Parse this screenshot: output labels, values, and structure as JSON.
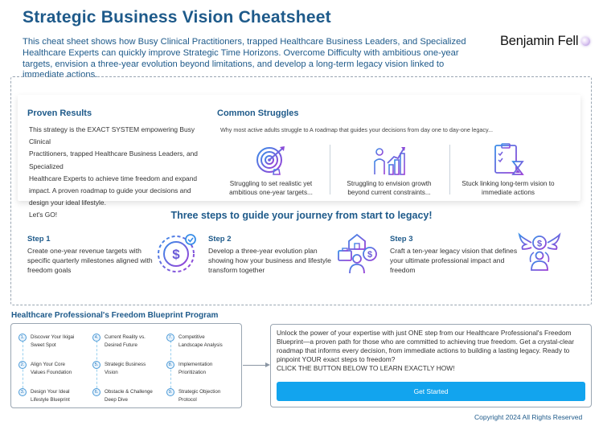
{
  "header": {
    "title": "Strategic Business Vision Cheatsheet",
    "intro": "This cheat sheet shows how Busy Clinical Practitioners, trapped Healthcare Business Leaders, and Specialized Healthcare Experts can quickly improve Strategic Time Horizons. Overcome Difficulty with ambitious one-year targets, envision a three-year evolution beyond limitations, and develop a long-term legacy vision linked to immediate actions.",
    "brand": "Benjamin Fell"
  },
  "proven": {
    "heading": "Proven Results",
    "lines": [
      "This strategy is the EXACT SYSTEM empowering Busy Clinical",
      "Practitioners, trapped Healthcare Business Leaders, and Specialized",
      "Healthcare Experts to achieve time freedom and expand",
      "impact. A proven roadmap to guide your decisions and",
      "design your ideal lifestyle.",
      "Let's GO!"
    ]
  },
  "struggles": {
    "heading": "Common Struggles",
    "subtitle": "Why most active adults struggle to A roadmap that guides your decisions from day one to day-one legacy...",
    "items": [
      {
        "line1": "Struggling to set realistic yet",
        "line2": "ambitious one-year targets...",
        "icon": "target-icon"
      },
      {
        "line1": "Struggling to envision growth",
        "line2": "beyond current constraints...",
        "icon": "growth-chart-icon"
      },
      {
        "line1": "Stuck linking long-term vision to",
        "line2": "immediate actions",
        "icon": "checklist-hourglass-icon"
      }
    ]
  },
  "steps": {
    "heading": "Three steps to guide your journey from start to legacy!",
    "items": [
      {
        "label": "Step 1",
        "text": "Create one-year revenue targets with specific quarterly milestones aligned with freedom goals",
        "icon": "revenue-target-icon"
      },
      {
        "label": "Step 2",
        "text": "Develop a three-year evolution plan showing how your business and lifestyle transform together",
        "icon": "business-lifestyle-icon"
      },
      {
        "label": "Step 3",
        "text": "Craft a ten-year legacy vision that defines your ultimate professional impact and freedom",
        "icon": "legacy-wings-icon"
      }
    ]
  },
  "blueprint": {
    "title": "Healthcare Professional's Freedom Blueprint Program",
    "items": [
      {
        "num": "1.",
        "line1": "Discover Your Ikigai",
        "line2": "Sweet Spot"
      },
      {
        "num": "2.",
        "line1": "Align Your Core",
        "line2": "Values Foundation"
      },
      {
        "num": "3.",
        "line1": "Design Your Ideal",
        "line2": "Lifestyle Blueprint"
      },
      {
        "num": "4.",
        "line1": "Current Reality vs.",
        "line2": "Desired Future"
      },
      {
        "num": "5.",
        "line1": "Strategic Business",
        "line2": "Vision"
      },
      {
        "num": "6.",
        "line1": "Obstacle & Challenge",
        "line2": "Deep Dive"
      },
      {
        "num": "7.",
        "line1": "Competitive",
        "line2": "Landscape Analysis"
      },
      {
        "num": "8.",
        "line1": "Implementation",
        "line2": "Prioritization"
      },
      {
        "num": "9.",
        "line1": "Strategic Objection",
        "line2": "Protocol"
      }
    ]
  },
  "cta": {
    "text": "Unlock the power of your expertise with just ONE step from our Healthcare Professional's Freedom Blueprint—a proven path for those who are committed to achieving true freedom. Get a crystal-clear roadmap that informs every decision, from immediate actions to building a lasting legacy. Ready to pinpoint YOUR exact steps to freedom?",
    "emphasis": "CLICK THE BUTTON BELOW TO LEARN EXACTLY HOW!",
    "button": "Get Started"
  },
  "footer": {
    "copyright": "Copyright 2024 All Rights Reserved"
  },
  "colors": {
    "heading": "#1e5a8a",
    "accent": "#12a4ee",
    "icon_gradient_start": "#3a8ee8",
    "icon_gradient_end": "#9b3fd6"
  }
}
